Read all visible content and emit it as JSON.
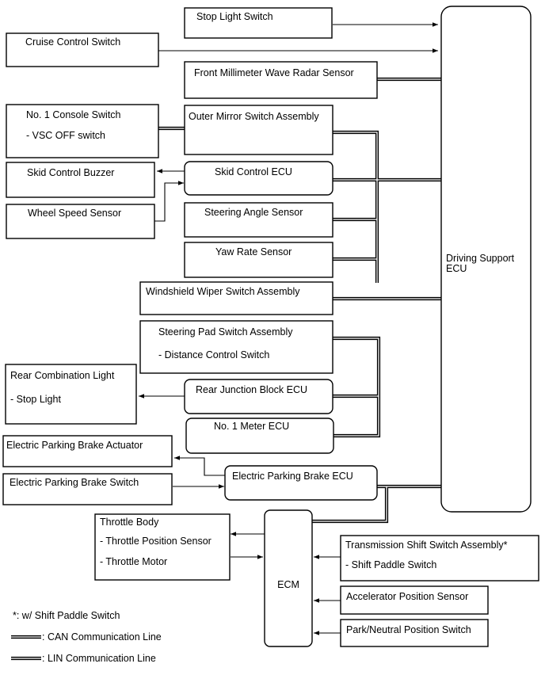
{
  "boxes": {
    "stop_light_switch": [
      "Stop Light Switch"
    ],
    "cruise_control_switch": [
      "Cruise Control Switch"
    ],
    "front_mmw_radar": [
      "Front Millimeter Wave Radar Sensor"
    ],
    "no1_console_switch": [
      "No. 1 Console Switch",
      "- VSC OFF switch"
    ],
    "outer_mirror_switch": [
      "Outer Mirror Switch Assembly"
    ],
    "skid_control_buzzer": [
      "Skid Control Buzzer"
    ],
    "skid_control_ecu": [
      "Skid Control ECU"
    ],
    "wheel_speed_sensor": [
      "Wheel Speed Sensor"
    ],
    "steering_angle_sensor": [
      "Steering Angle Sensor"
    ],
    "yaw_rate_sensor": [
      "Yaw Rate Sensor"
    ],
    "windshield_wiper_switch": [
      "Windshield Wiper Switch Assembly"
    ],
    "steering_pad_switch": [
      "Steering Pad Switch Assembly",
      "- Distance Control Switch"
    ],
    "rear_combination_light": [
      "Rear Combination Light",
      "- Stop Light"
    ],
    "rear_junction_block_ecu": [
      "Rear Junction Block ECU"
    ],
    "no1_meter_ecu": [
      "No. 1 Meter ECU"
    ],
    "ep_brake_actuator": [
      "Electric Parking Brake Actuator"
    ],
    "ep_brake_switch": [
      "Electric Parking Brake Switch"
    ],
    "ep_brake_ecu": [
      "Electric Parking Brake ECU"
    ],
    "throttle_body": [
      "Throttle Body",
      "- Throttle Position Sensor",
      "- Throttle Motor"
    ],
    "ecm": [
      "ECM"
    ],
    "transmission_shift_switch": [
      "Transmission Shift Switch Assembly*",
      "- Shift Paddle Switch"
    ],
    "accelerator_position_sensor": [
      "Accelerator Position Sensor"
    ],
    "park_neutral_switch": [
      "Park/Neutral Position Switch"
    ],
    "driving_support_ecu": [
      "Driving  Support",
      "ECU"
    ]
  },
  "legend": {
    "footnote": "*: w/ Shift Paddle Switch",
    "can": ": CAN Communication Line",
    "lin": ": LIN Communication Line"
  }
}
